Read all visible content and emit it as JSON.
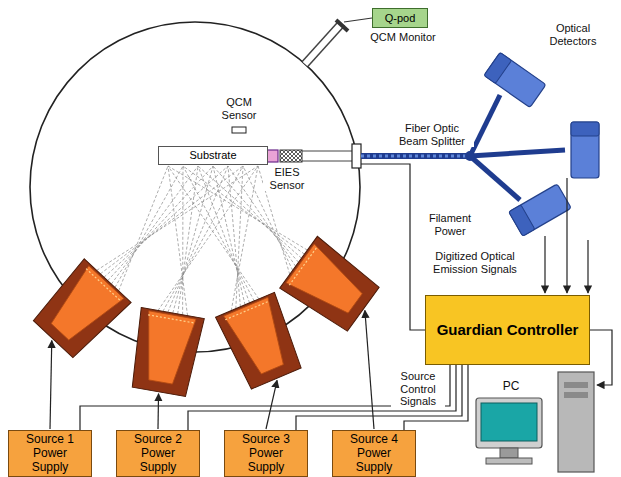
{
  "diagram": {
    "nodes": [
      {
        "text": [
          "Q-pod"
        ]
      },
      {
        "text": [
          "Substrate"
        ]
      },
      {
        "text": [
          "Guardian Controller"
        ]
      },
      {
        "text": [
          "Source 1 Power Supply"
        ]
      },
      {
        "text": [
          "Source 2 Power Supply"
        ]
      },
      {
        "text": [
          "Source 3 Power Supply"
        ]
      },
      {
        "text": [
          "Source 4 Power Supply"
        ]
      }
    ],
    "edges": [
      {
        "from": 2,
        "to": 3,
        "arrow": "none"
      },
      {
        "from": 2,
        "to": 4,
        "arrow": "none"
      },
      {
        "from": 2,
        "to": 5,
        "arrow": "none"
      },
      {
        "from": 2,
        "to": 6,
        "arrow": "none"
      }
    ],
    "labels": [
      "QCM Monitor",
      "QCM Sensor",
      "EIES Sensor",
      "Fiber Optic Beam Splitter",
      "Optical Detectors",
      "Filament Power",
      "Digitized Optical Emission Signals",
      "Source Control Signals",
      "PC"
    ]
  }
}
